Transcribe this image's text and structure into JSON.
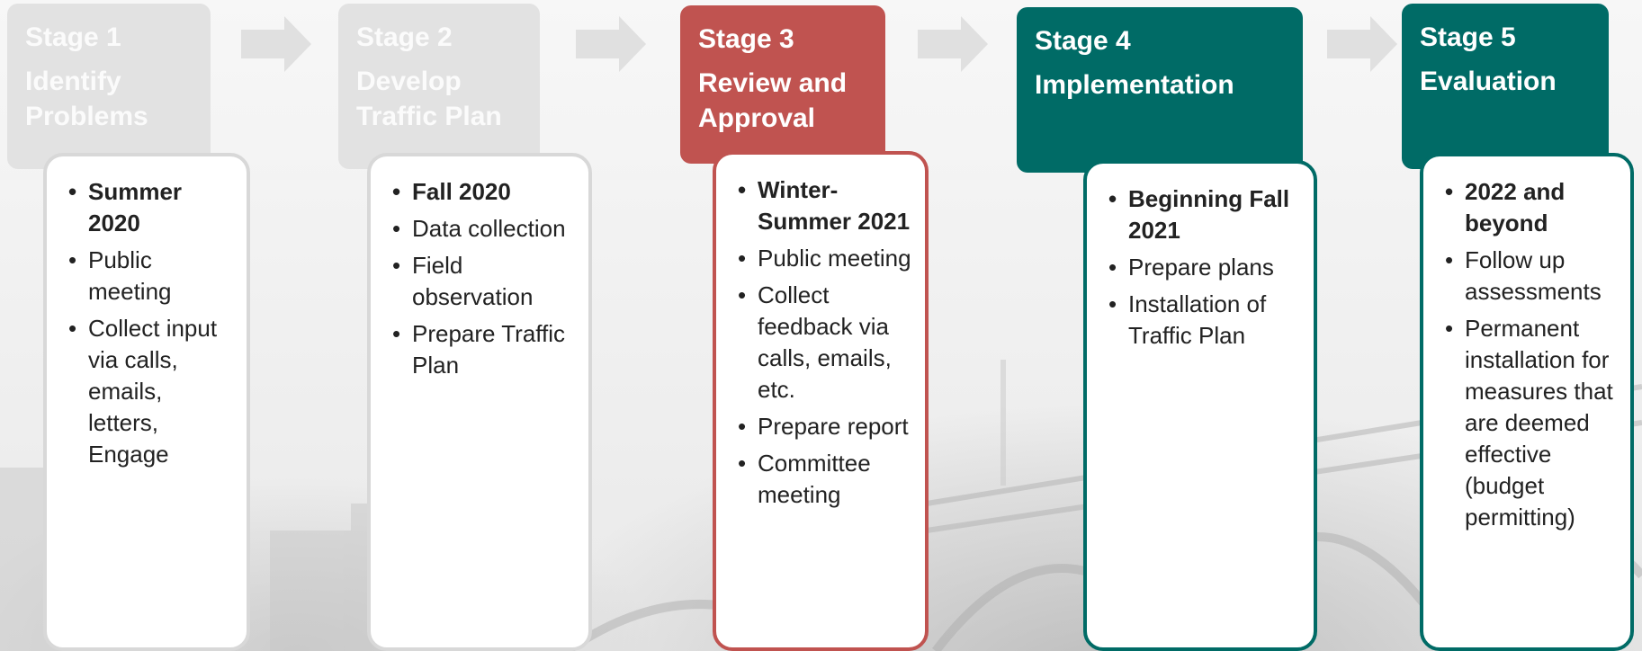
{
  "stages": [
    {
      "num": "Stage 1",
      "title": "Identify Problems",
      "state": "faded",
      "items": [
        "Summer 2020",
        "Public meeting",
        "Collect input via calls, emails, letters, Engage"
      ]
    },
    {
      "num": "Stage 2",
      "title": "Develop Traffic Plan",
      "state": "faded",
      "items": [
        "Fall 2020",
        "Data collection",
        "Field observation",
        "Prepare Traffic Plan"
      ]
    },
    {
      "num": "Stage 3",
      "title": "Review and Approval",
      "state": "current",
      "items": [
        "Winter-Summer 2021",
        "Public meeting",
        "Collect feedback via calls, emails, etc.",
        "Prepare report",
        "Committee meeting"
      ]
    },
    {
      "num": "Stage 4",
      "title": "Implementation",
      "state": "upcoming",
      "items": [
        "Beginning Fall 2021",
        "Prepare plans",
        "Installation of Traffic Plan"
      ]
    },
    {
      "num": "Stage 5",
      "title": "Evaluation",
      "state": "upcoming",
      "items": [
        "2022 and beyond",
        "Follow up assessments",
        "Permanent installation for measures that are deemed effective (budget permitting)"
      ]
    }
  ],
  "colors": {
    "current": "#c05350",
    "upcoming": "#006b66",
    "faded": "#e2e2e2",
    "arrow": "#e0e0e0"
  }
}
